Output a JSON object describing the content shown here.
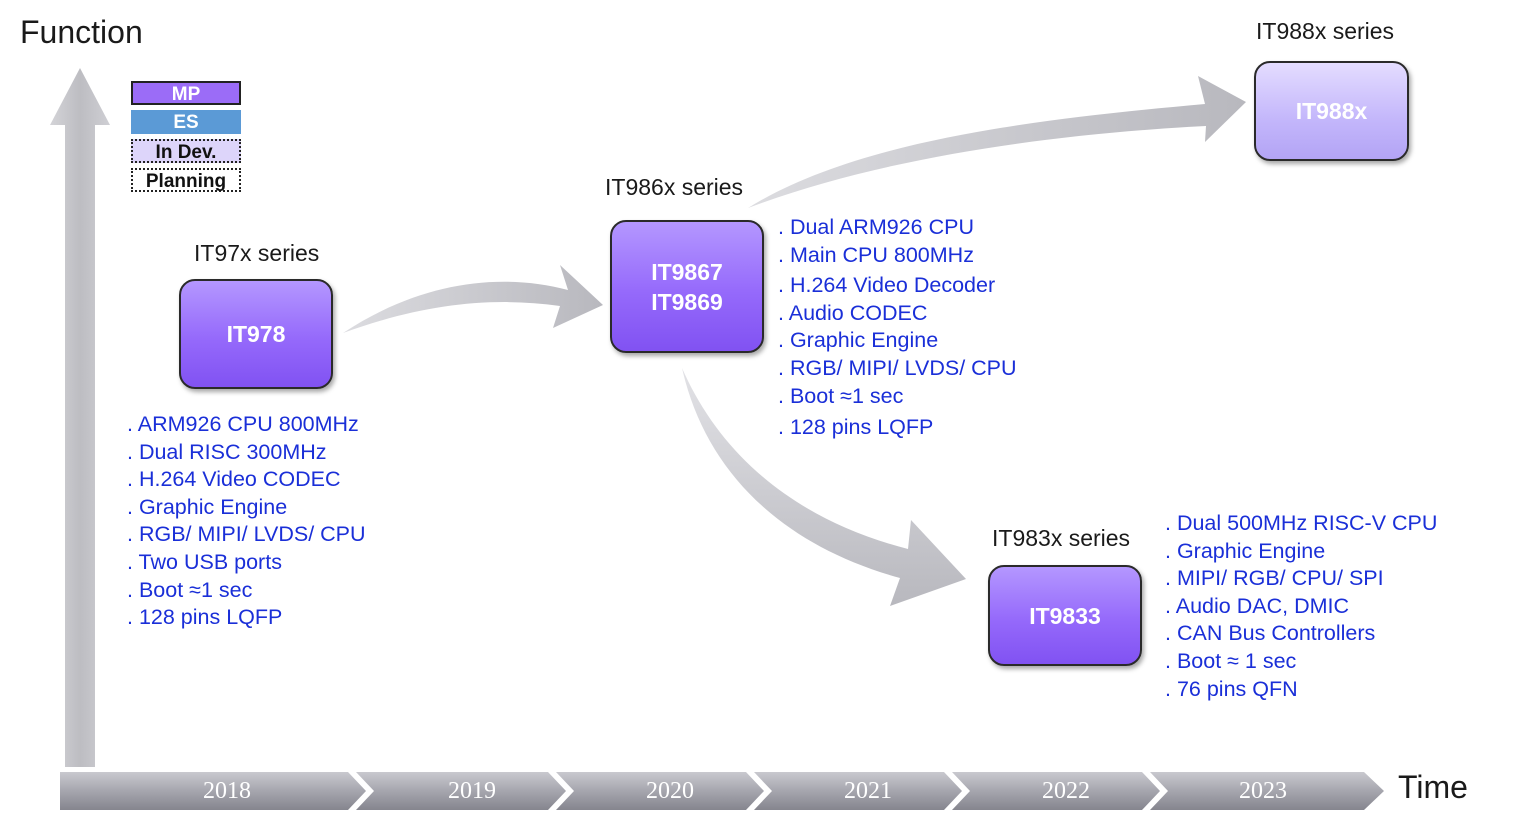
{
  "axes": {
    "y_label": "Function",
    "x_label": "Time",
    "years": [
      "2018",
      "2019",
      "2020",
      "2021",
      "2022",
      "2023"
    ]
  },
  "legend": {
    "mp": "MP",
    "es": "ES",
    "in_dev": "In Dev.",
    "planning": "Planning"
  },
  "colors": {
    "mp": "#9b6cf7",
    "es": "#5b9ad6",
    "in_dev": "#ddd5fa",
    "feature_text": "#1a2fd8",
    "arrow_gray": "#c4c4c8"
  },
  "series": {
    "it97x": {
      "title": "IT97x series",
      "chip": [
        "IT978"
      ],
      "status": "MP",
      "features": [
        ". ARM926 CPU 800MHz",
        ". Dual RISC 300MHz",
        ". H.264  Video CODEC",
        ". Graphic Engine",
        ". RGB/ MIPI/ LVDS/ CPU",
        ". Two USB ports",
        ". Boot ≈1 sec",
        ". 128 pins LQFP"
      ]
    },
    "it986x": {
      "title": "IT986x series",
      "chip": [
        "IT9867",
        "IT9869"
      ],
      "status": "MP",
      "features": [
        ". Dual ARM926 CPU",
        ". Main CPU 800MHz",
        ". H.264  Video Decoder",
        ". Audio CODEC",
        ". Graphic Engine",
        ". RGB/ MIPI/ LVDS/ CPU",
        ". Boot ≈1 sec",
        ". 128 pins LQFP"
      ]
    },
    "it988x": {
      "title": "IT988x series",
      "chip": [
        "IT988x"
      ],
      "status": "Planning"
    },
    "it983x": {
      "title": "IT983x series",
      "chip": [
        "IT9833"
      ],
      "status": "MP",
      "features": [
        ". Dual 500MHz RISC-V CPU",
        ". Graphic Engine",
        ". MIPI/ RGB/ CPU/ SPI",
        ". Audio DAC, DMIC",
        ". CAN Bus Controllers",
        ". Boot ≈ 1 sec",
        ". 76 pins QFN"
      ]
    }
  }
}
